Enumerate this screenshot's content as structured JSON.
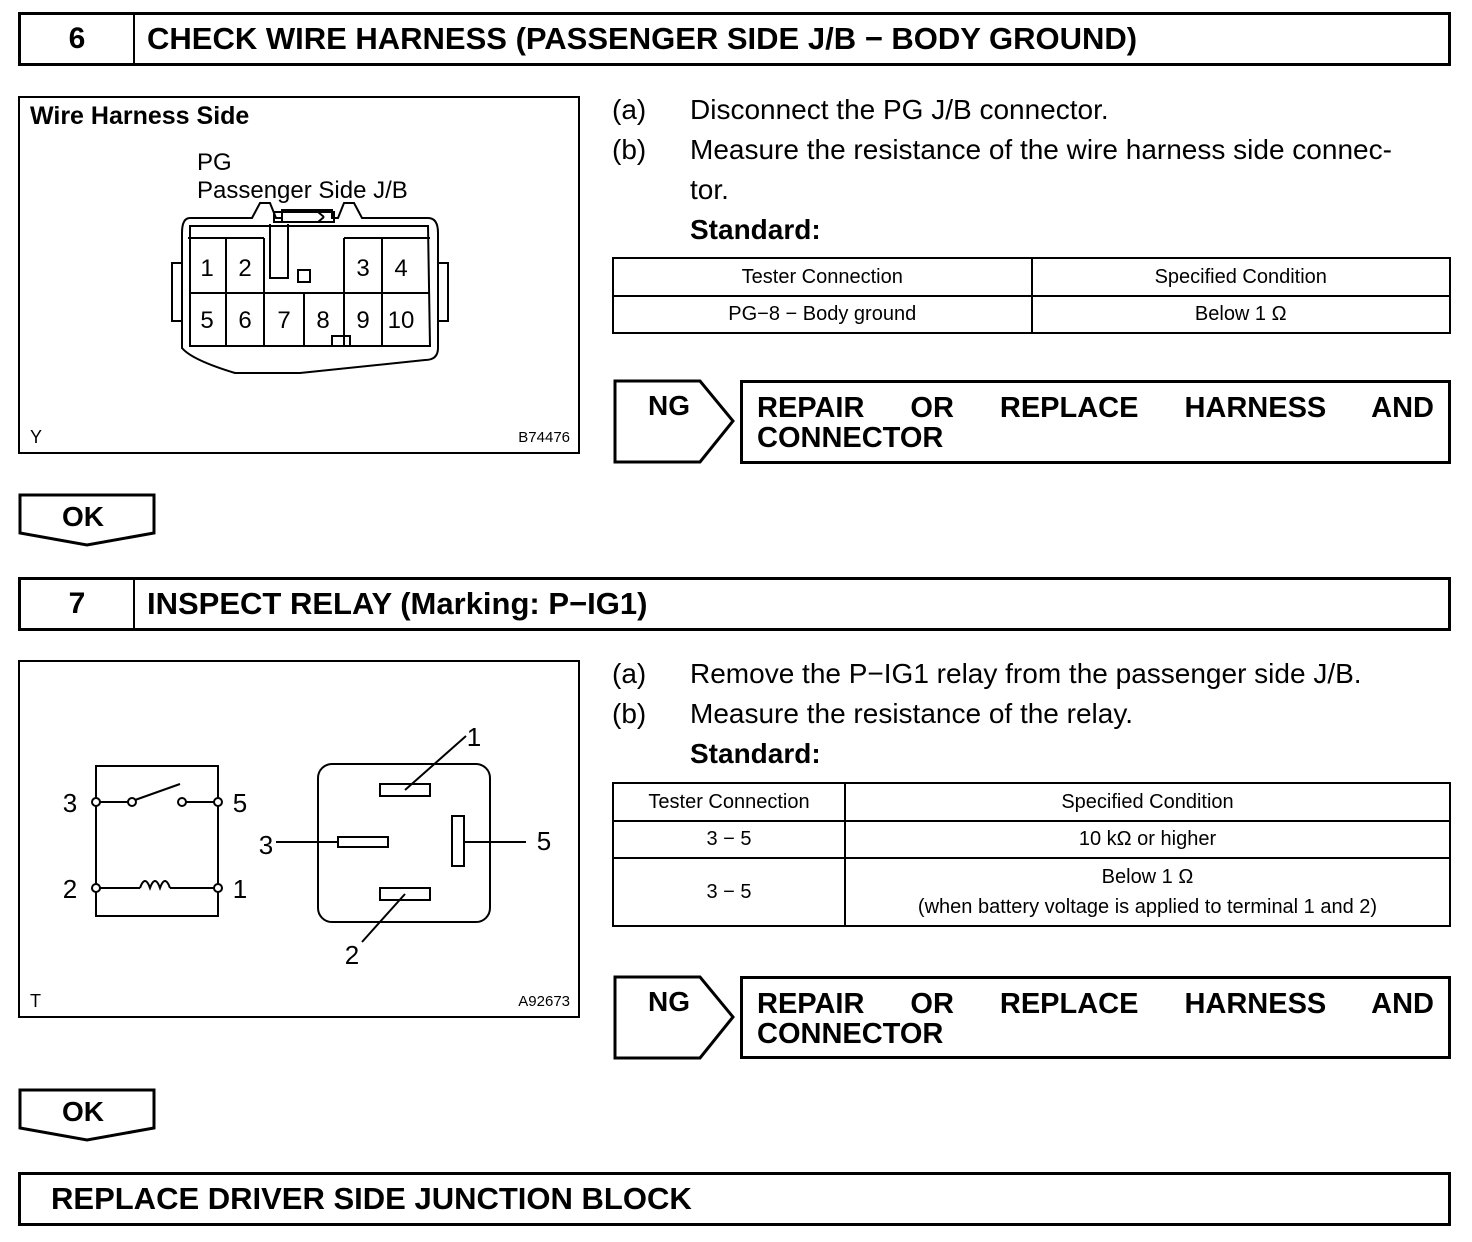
{
  "step6": {
    "number": "6",
    "title": "CHECK WIRE HARNESS (PASSENGER SIDE J/B − BODY GROUND)",
    "figure": {
      "title": "Wire Harness Side",
      "connector_label_1": "PG",
      "connector_label_2": "Passenger Side J/B",
      "pins_top": [
        "1",
        "2",
        "3",
        "4"
      ],
      "pins_bottom": [
        "5",
        "6",
        "7",
        "8",
        "9",
        "10"
      ],
      "corner_letter": "Y",
      "code": "B74476"
    },
    "instructions": [
      {
        "label": "(a)",
        "text": "Disconnect the PG J/B connector."
      },
      {
        "label": "(b)",
        "text": "Measure the resistance of the wire harness side connec-"
      },
      {
        "label": "",
        "text": "tor."
      }
    ],
    "standard_label": "Standard:",
    "table": {
      "headers": [
        "Tester Connection",
        "Specified Condition"
      ],
      "rows": [
        [
          "PG−8 − Body ground",
          "Below 1 Ω"
        ]
      ]
    },
    "ng_label": "NG",
    "ng_action": "REPAIR OR REPLACE HARNESS AND CONNECTOR",
    "ok_label": "OK"
  },
  "step7": {
    "number": "7",
    "title": "INSPECT RELAY (Marking: P−IG1)",
    "figure": {
      "schematic_terminals": [
        "3",
        "5",
        "2",
        "1"
      ],
      "relay_terminals": [
        "1",
        "3",
        "5",
        "2"
      ],
      "corner_letter": "T",
      "code": "A92673"
    },
    "instructions": [
      {
        "label": "(a)",
        "text": "Remove the P−IG1 relay from the passenger side J/B."
      },
      {
        "label": "(b)",
        "text": "Measure the resistance of the relay."
      }
    ],
    "standard_label": "Standard:",
    "table": {
      "headers": [
        "Tester Connection",
        "Specified Condition"
      ],
      "rows": [
        [
          "3 − 5",
          "10 kΩ or higher"
        ],
        [
          "3 − 5",
          "Below 1 Ω",
          "(when battery voltage is applied to terminal 1 and 2)"
        ]
      ]
    },
    "ng_label": "NG",
    "ng_action": "REPAIR OR REPLACE HARNESS AND CONNECTOR",
    "ok_label": "OK"
  },
  "final": {
    "title": "REPLACE DRIVER SIDE JUNCTION BLOCK"
  }
}
